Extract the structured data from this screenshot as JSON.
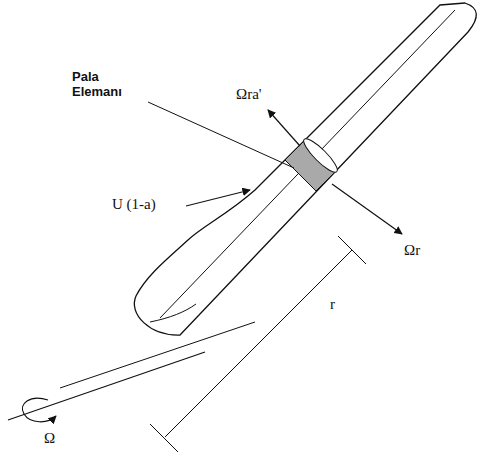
{
  "diagram": {
    "labels": [
      "Pala Elemanı",
      "Ωra'",
      "U (1-a)",
      "Ωr",
      "r",
      "Ω"
    ]
  }
}
